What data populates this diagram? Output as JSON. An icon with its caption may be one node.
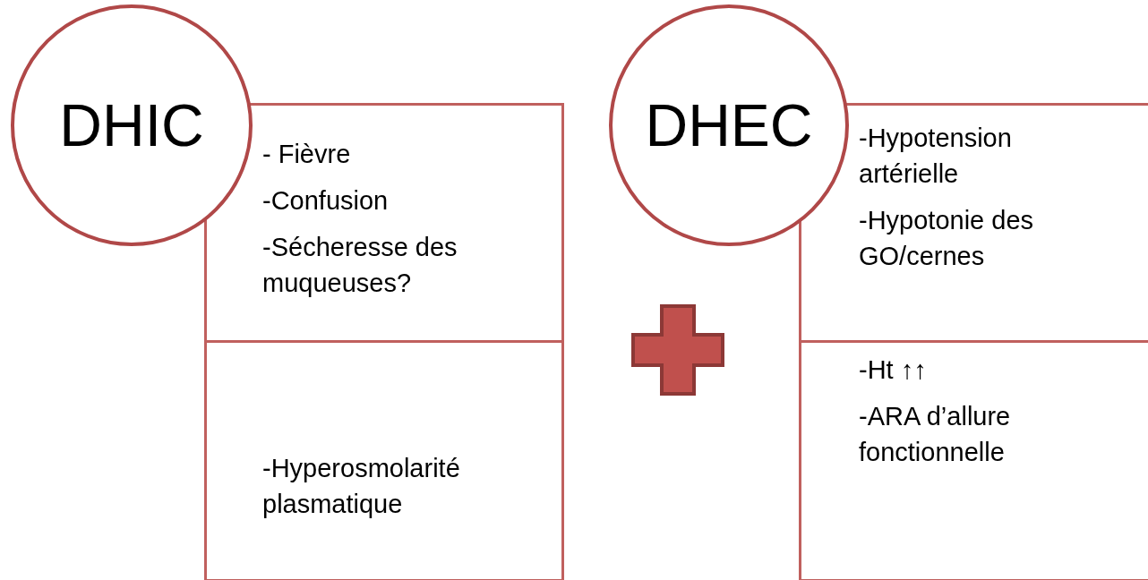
{
  "diagram": {
    "nodes": [
      {
        "text": [
          "DHIC"
        ]
      },
      {
        "text": [
          "- Fièvre",
          "-Confusion",
          "-Sécheresse des muqueuses?"
        ]
      },
      {
        "text": [
          "-Hyperosmolarité plasmatique"
        ]
      },
      {
        "text": [
          "DHEC"
        ]
      },
      {
        "text": [
          "-Hypotension artérielle",
          "-Hypotonie des GO/cernes"
        ]
      },
      {
        "text": [
          "-Ht ↑↑",
          "-ARA d’allure fonctionnelle"
        ]
      }
    ]
  }
}
